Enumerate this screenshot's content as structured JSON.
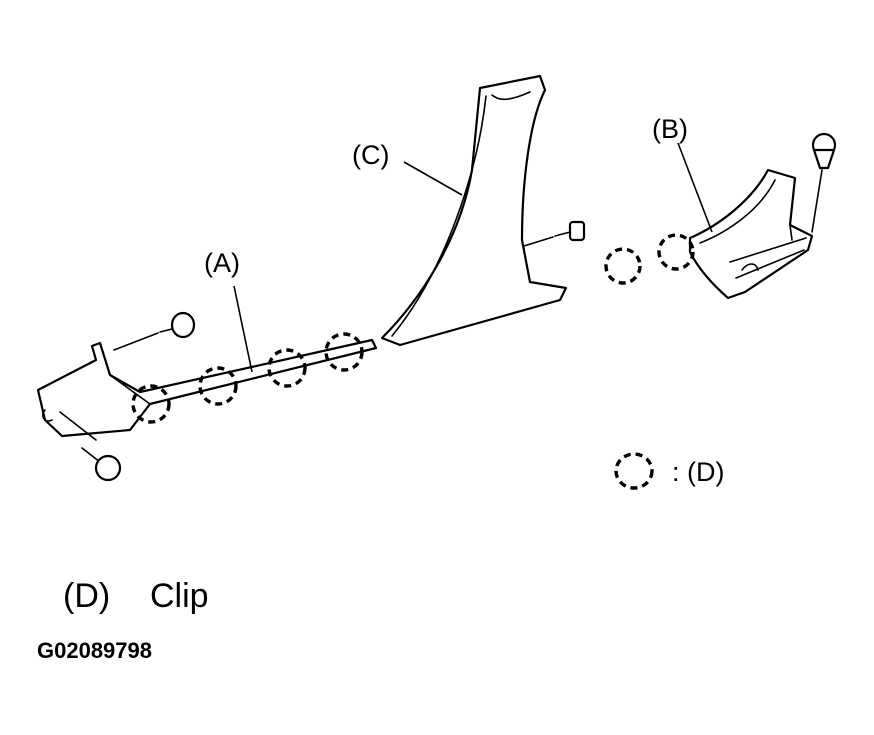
{
  "labels": {
    "a": "(A)",
    "b": "(B)",
    "c": "(C)"
  },
  "legend": {
    "text": ": (D)"
  },
  "caption": {
    "key": "(D)",
    "value": "Clip"
  },
  "figure_id": "G02089798"
}
